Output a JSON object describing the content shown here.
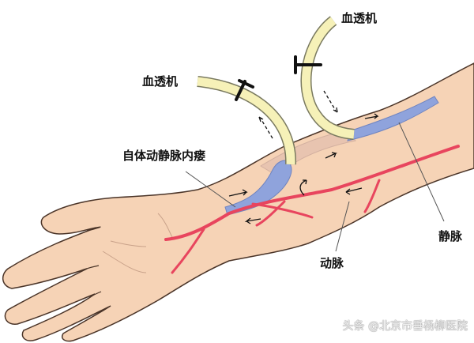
{
  "labels": {
    "dialysis_machine_left": "血透机",
    "dialysis_machine_right": "血透机",
    "av_fistula": "自体动静脉内瘘",
    "vein": "静脉",
    "artery": "动脉"
  },
  "watermark": "头条 @北京市垂杨柳医院",
  "colors": {
    "skin": "#f6d3b6",
    "outline": "#5a4030",
    "vein": "#8fa3dc",
    "artery": "#e8455e",
    "tube": "#f6f1b8"
  }
}
